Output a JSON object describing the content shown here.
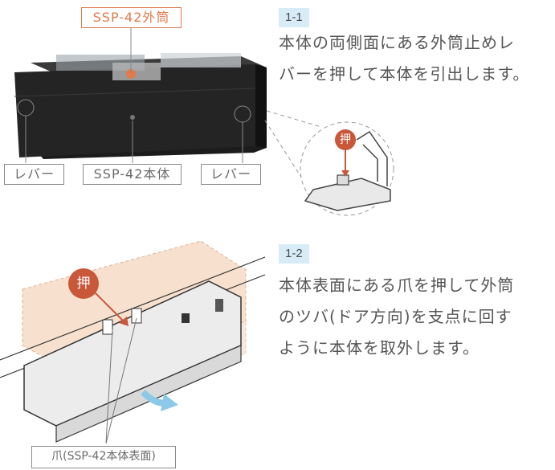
{
  "section1": {
    "step": "1-1",
    "text_lines": [
      "本体の両側面にある外筒止めレ",
      "バーを押して本体を引出します。"
    ],
    "labels": {
      "outer_tube": "SSP-42外筒",
      "lever_left": "レバー",
      "body": "SSP-42本体",
      "lever_right": "レバー"
    },
    "push_marker": "押"
  },
  "section2": {
    "step": "1-2",
    "text_lines": [
      "本体表面にある爪を押して外筒",
      "のツバ(ドア方向)を支点に回す",
      "ように本体を取外します。"
    ],
    "labels": {
      "claw": "爪(SSP-42本体表面)"
    },
    "push_marker": "押"
  },
  "colors": {
    "accent": "#c9573a",
    "step_bg": "#d7ecf7",
    "arrow_blue": "#8cc8e8",
    "housing": "#f6dcc6"
  }
}
